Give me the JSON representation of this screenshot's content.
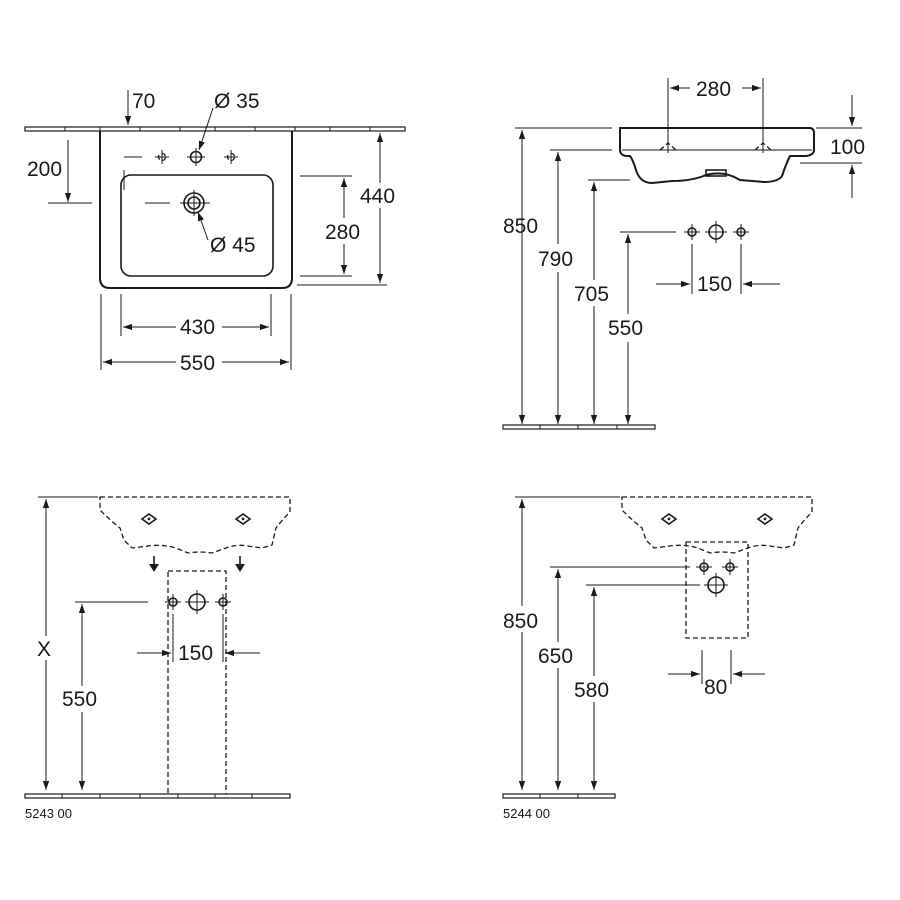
{
  "top_view": {
    "dim_overhang": "70",
    "dim_tap_hole": "Ø 35",
    "dim_waste": "Ø 45",
    "dim_200": "200",
    "dim_280": "280",
    "dim_440": "440",
    "dim_430": "430",
    "dim_550": "550"
  },
  "side_view": {
    "dim_280": "280",
    "dim_100": "100",
    "dim_850": "850",
    "dim_790": "790",
    "dim_705": "705",
    "dim_550": "550",
    "dim_150": "150"
  },
  "pedestal_view": {
    "dim_x": "X",
    "dim_550": "550",
    "dim_150": "150",
    "code": "5243 00"
  },
  "semi_pedestal_view": {
    "dim_850": "850",
    "dim_650": "650",
    "dim_580": "580",
    "dim_80": "80",
    "code": "5244 00"
  },
  "icons": [
    "tap-hole-marker",
    "waste-hole-marker",
    "dimension-arrow"
  ]
}
